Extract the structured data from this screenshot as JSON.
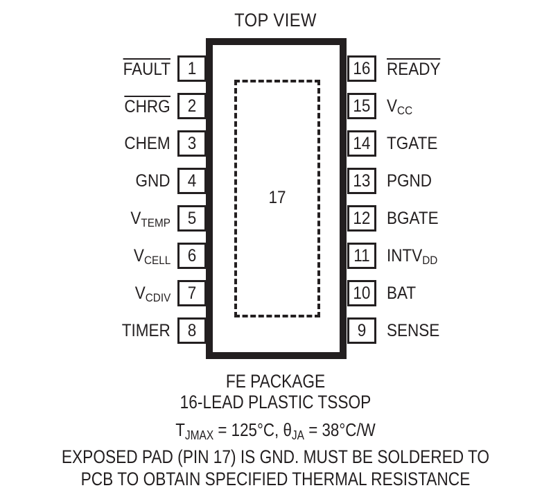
{
  "title": "TOP VIEW",
  "package": {
    "exposed_pad_pin": "17"
  },
  "pins": {
    "left": [
      {
        "num": "1",
        "name": "FAULT",
        "overline": true
      },
      {
        "num": "2",
        "name": "CHRG",
        "overline": true
      },
      {
        "num": "3",
        "name": "CHEM",
        "overline": false
      },
      {
        "num": "4",
        "name": "GND",
        "overline": false
      },
      {
        "num": "5",
        "name": "V",
        "sub": "TEMP",
        "overline": false
      },
      {
        "num": "6",
        "name": "V",
        "sub": "CELL",
        "overline": false
      },
      {
        "num": "7",
        "name": "V",
        "sub": "CDIV",
        "overline": false
      },
      {
        "num": "8",
        "name": "TIMER",
        "overline": false
      }
    ],
    "right": [
      {
        "num": "16",
        "name": "READY",
        "overline": true
      },
      {
        "num": "15",
        "name": "V",
        "sub": "CC",
        "overline": false
      },
      {
        "num": "14",
        "name": "TGATE",
        "overline": false
      },
      {
        "num": "13",
        "name": "PGND",
        "overline": false
      },
      {
        "num": "12",
        "name": "BGATE",
        "overline": false
      },
      {
        "num": "11",
        "name": "INTV",
        "sub": "DD",
        "overline": false
      },
      {
        "num": "10",
        "name": "BAT",
        "overline": false
      },
      {
        "num": "9",
        "name": "SENSE",
        "overline": false
      }
    ]
  },
  "caption": {
    "package_name": "FE PACKAGE",
    "lead_description": "16-LEAD PLASTIC TSSOP",
    "thermal": {
      "t_symbol": "T",
      "t_sub": "JMAX",
      "t_value": " = 125°C, ",
      "theta_symbol": "θ",
      "theta_sub": "JA",
      "theta_value": " = 38°C/W"
    },
    "pad_note_line1": "EXPOSED PAD (PIN 17) IS GND. MUST BE SOLDERED TO",
    "pad_note_line2": "PCB TO OBTAIN SPECIFIED THERMAL RESISTANCE"
  },
  "colors": {
    "ink": "#231f20",
    "background": "#ffffff"
  }
}
